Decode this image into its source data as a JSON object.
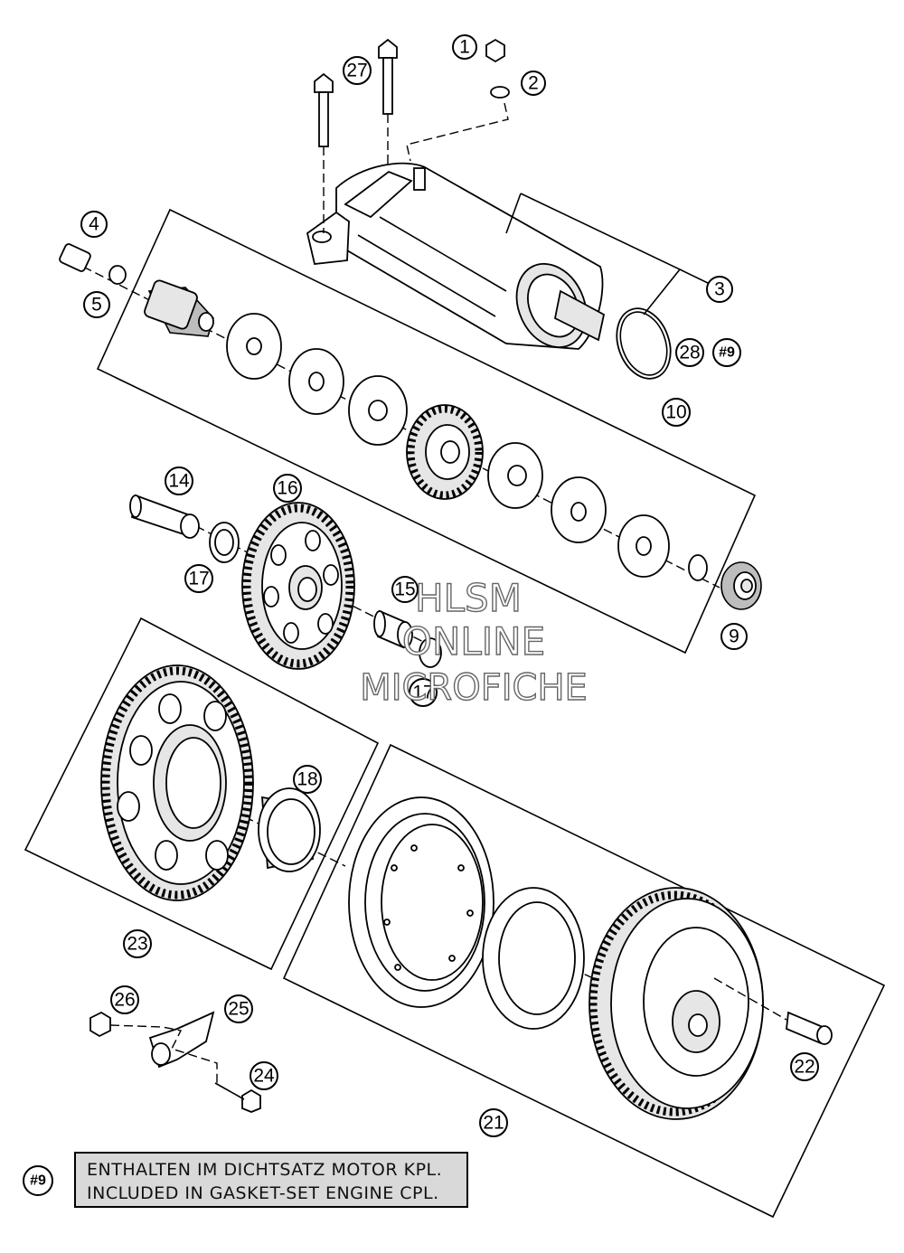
{
  "diagram": {
    "callouts": [
      {
        "id": "c1",
        "label": "1"
      },
      {
        "id": "c2",
        "label": "2"
      },
      {
        "id": "c3",
        "label": "3"
      },
      {
        "id": "c4",
        "label": "4"
      },
      {
        "id": "c5",
        "label": "5"
      },
      {
        "id": "c9",
        "label": "9"
      },
      {
        "id": "c10",
        "label": "10"
      },
      {
        "id": "c14",
        "label": "14"
      },
      {
        "id": "c15",
        "label": "15"
      },
      {
        "id": "c16",
        "label": "16"
      },
      {
        "id": "c17a",
        "label": "17"
      },
      {
        "id": "c17b",
        "label": "17"
      },
      {
        "id": "c18",
        "label": "18"
      },
      {
        "id": "c21",
        "label": "21"
      },
      {
        "id": "c22",
        "label": "22"
      },
      {
        "id": "c23",
        "label": "23"
      },
      {
        "id": "c24",
        "label": "24"
      },
      {
        "id": "c25",
        "label": "25"
      },
      {
        "id": "c26",
        "label": "26"
      },
      {
        "id": "c27",
        "label": "27"
      },
      {
        "id": "c28",
        "label": "28"
      },
      {
        "id": "c9ref",
        "label": "#9"
      },
      {
        "id": "c9note",
        "label": "#9"
      }
    ]
  },
  "watermark": {
    "line1": "HLSM",
    "line2": "ONLINE",
    "line3": "MICROFICHE"
  },
  "note": {
    "marker": "#9",
    "line_de": "ENTHALTEN IM DICHTSATZ MOTOR KPL.",
    "line_en": "INCLUDED IN GASKET-SET ENGINE CPL.",
    "background": "#d9d9d9"
  }
}
